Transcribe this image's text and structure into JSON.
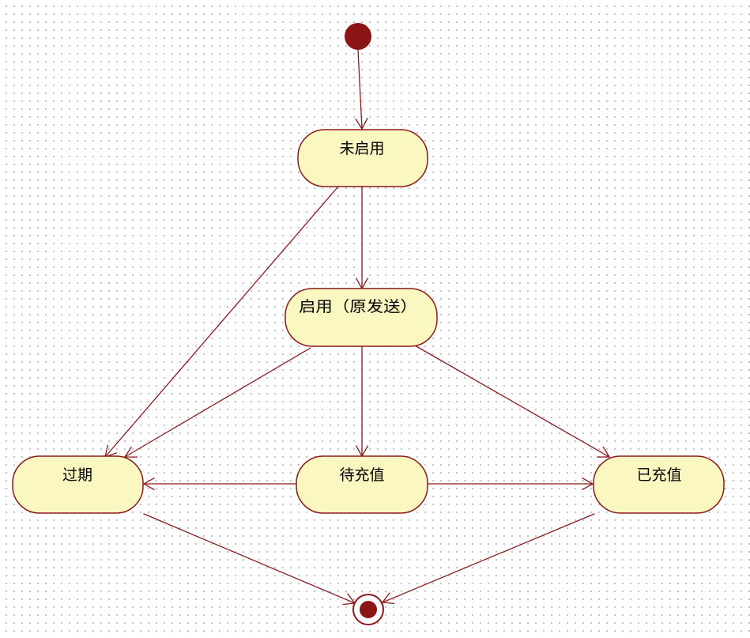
{
  "diagram": {
    "type": "uml-state-machine",
    "colors": {
      "state_fill": "#fbf7c0",
      "state_border": "#8b1a1a",
      "transition_line": "#8b1a1a",
      "pseudostate_fill": "#8b1414"
    },
    "states": {
      "not_enabled": {
        "label": "未启用"
      },
      "enabled": {
        "label": "启用（原发送）"
      },
      "expired": {
        "label": "过期"
      },
      "pending_recharge": {
        "label": "待充值"
      },
      "recharged": {
        "label": "已充值"
      }
    },
    "transitions": [
      {
        "from": "initial",
        "to": "not_enabled"
      },
      {
        "from": "not_enabled",
        "to": "enabled"
      },
      {
        "from": "not_enabled",
        "to": "expired"
      },
      {
        "from": "enabled",
        "to": "expired"
      },
      {
        "from": "enabled",
        "to": "pending_recharge"
      },
      {
        "from": "enabled",
        "to": "recharged"
      },
      {
        "from": "pending_recharge",
        "to": "expired"
      },
      {
        "from": "pending_recharge",
        "to": "recharged"
      },
      {
        "from": "expired",
        "to": "final"
      },
      {
        "from": "recharged",
        "to": "final"
      }
    ]
  }
}
